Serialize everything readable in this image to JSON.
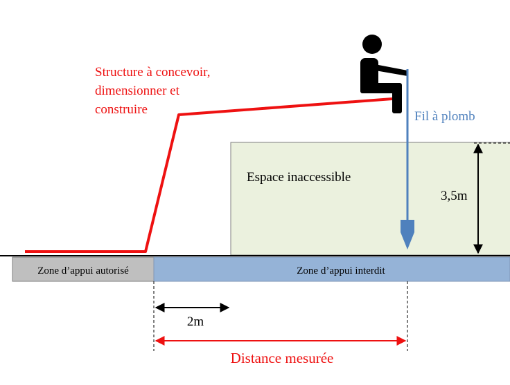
{
  "structure": {
    "label_lines": [
      "Structure à concevoir,",
      "dimensionner et",
      "construire"
    ],
    "color": "#ee1111"
  },
  "plumb": {
    "label": "Fil à plomb",
    "color": "#4f81bd"
  },
  "inaccessible": {
    "label": "Espace inaccessible",
    "fill": "#ebf1de",
    "height_label": "3,5m"
  },
  "zones": {
    "allowed": {
      "label": "Zone d’appui autorisé",
      "fill": "#bfbfbf"
    },
    "forbidden": {
      "label": "Zone d’appui interdit",
      "fill": "#95b3d7"
    }
  },
  "dimensions": {
    "offset_label": "2m",
    "measured_label": "Distance mesurée",
    "measured_color": "#ee1111"
  }
}
